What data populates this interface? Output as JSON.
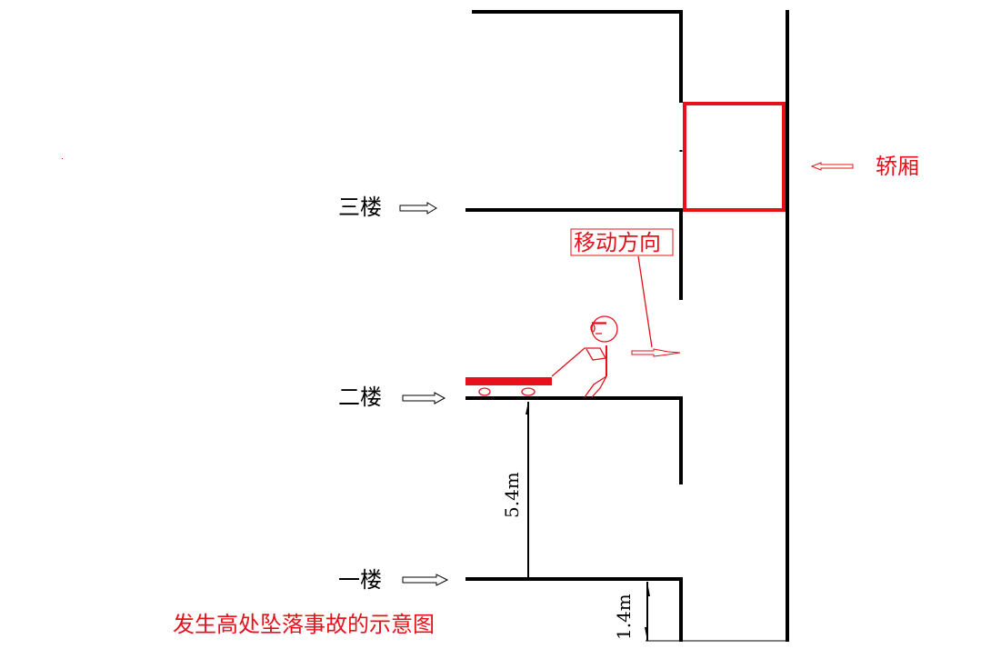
{
  "floors": {
    "third": "三楼",
    "second": "二楼",
    "first": "一楼"
  },
  "car_label": "轿厢",
  "direction_label": "移动方向",
  "dimensions": {
    "upper": "5.4m",
    "lower": "1.4m"
  },
  "caption": "发生高处坠落事故的示意图",
  "colors": {
    "accent": "#e8101a",
    "structure": "#000000"
  }
}
